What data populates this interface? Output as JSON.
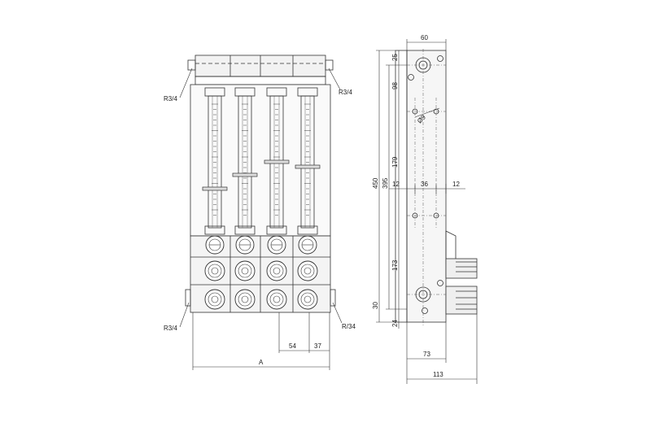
{
  "front_view": {
    "port_top_left": "R3/4",
    "port_top_right": "R3/4",
    "port_bottom_left": "R3/4",
    "port_bottom_right": "R/34",
    "dim_54": "54",
    "dim_37": "37",
    "dim_A": "A",
    "rotameter_count": 4
  },
  "side_view": {
    "dim_60": "60",
    "dim_25": "25",
    "dim_98": "98",
    "dim_d9": "Ø9",
    "dim_179": "179",
    "dim_395": "395",
    "dim_450": "450",
    "dim_12_left": "12",
    "dim_36": "36",
    "dim_12_right": "12",
    "dim_173": "173",
    "dim_30": "30",
    "dim_24": "24",
    "dim_73": "73",
    "dim_113": "113"
  },
  "colors": {
    "line": "#333333",
    "fill": "#f4f4f4"
  }
}
